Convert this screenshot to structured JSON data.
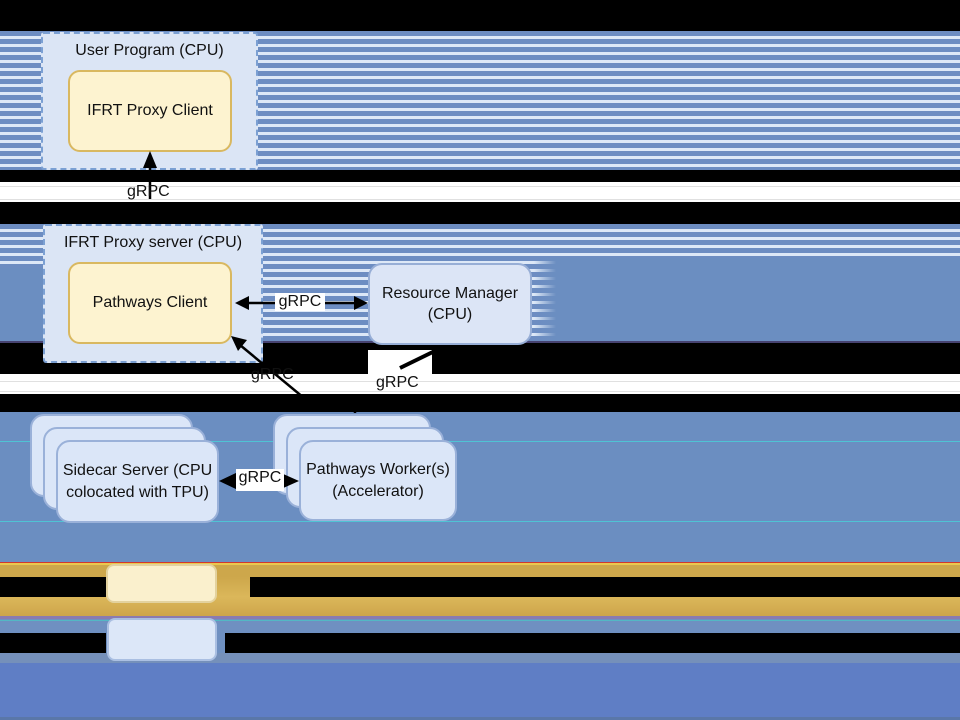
{
  "diagram": {
    "nodes": {
      "user_program": {
        "title": "User Program (CPU)"
      },
      "ifrt_proxy_client": {
        "label": "IFRT Proxy Client"
      },
      "ifrt_proxy_server": {
        "title": "IFRT Proxy server (CPU)"
      },
      "pathways_client": {
        "label": "Pathways Client"
      },
      "resource_manager": {
        "line1": "Resource Manager",
        "line2": "(CPU)"
      },
      "sidecar_server": {
        "line1": "Sidecar Server (CPU",
        "line2": "colocated with TPU)"
      },
      "pathways_workers": {
        "line1": "Pathways Worker(s)",
        "line2": "(Accelerator)"
      }
    },
    "edges": {
      "user_to_client": "gRPC",
      "client_to_resource_manager": "gRPC",
      "server_down": "gRPC",
      "resource_manager_down": "gRPC",
      "sidecar_to_workers": "gRPC"
    },
    "colors": {
      "container_fill": "#dbe5f5",
      "container_border": "#7ba0d3",
      "yellow_fill": "#fdf3d0",
      "yellow_border": "#d9b860",
      "blue_node_fill": "#dce5f6",
      "blue_node_border": "#97aed6",
      "stack_fill": "#dbe6f8",
      "stripe_blue": "#6d8dc2",
      "stripe_light": "#dde8f7",
      "background_blue": "#6b8ec1",
      "bottom_blue": "#5f7ec5",
      "gold_band": "#cfa94c",
      "redaction_black": "#000000",
      "arrow_color": "#000000"
    }
  }
}
